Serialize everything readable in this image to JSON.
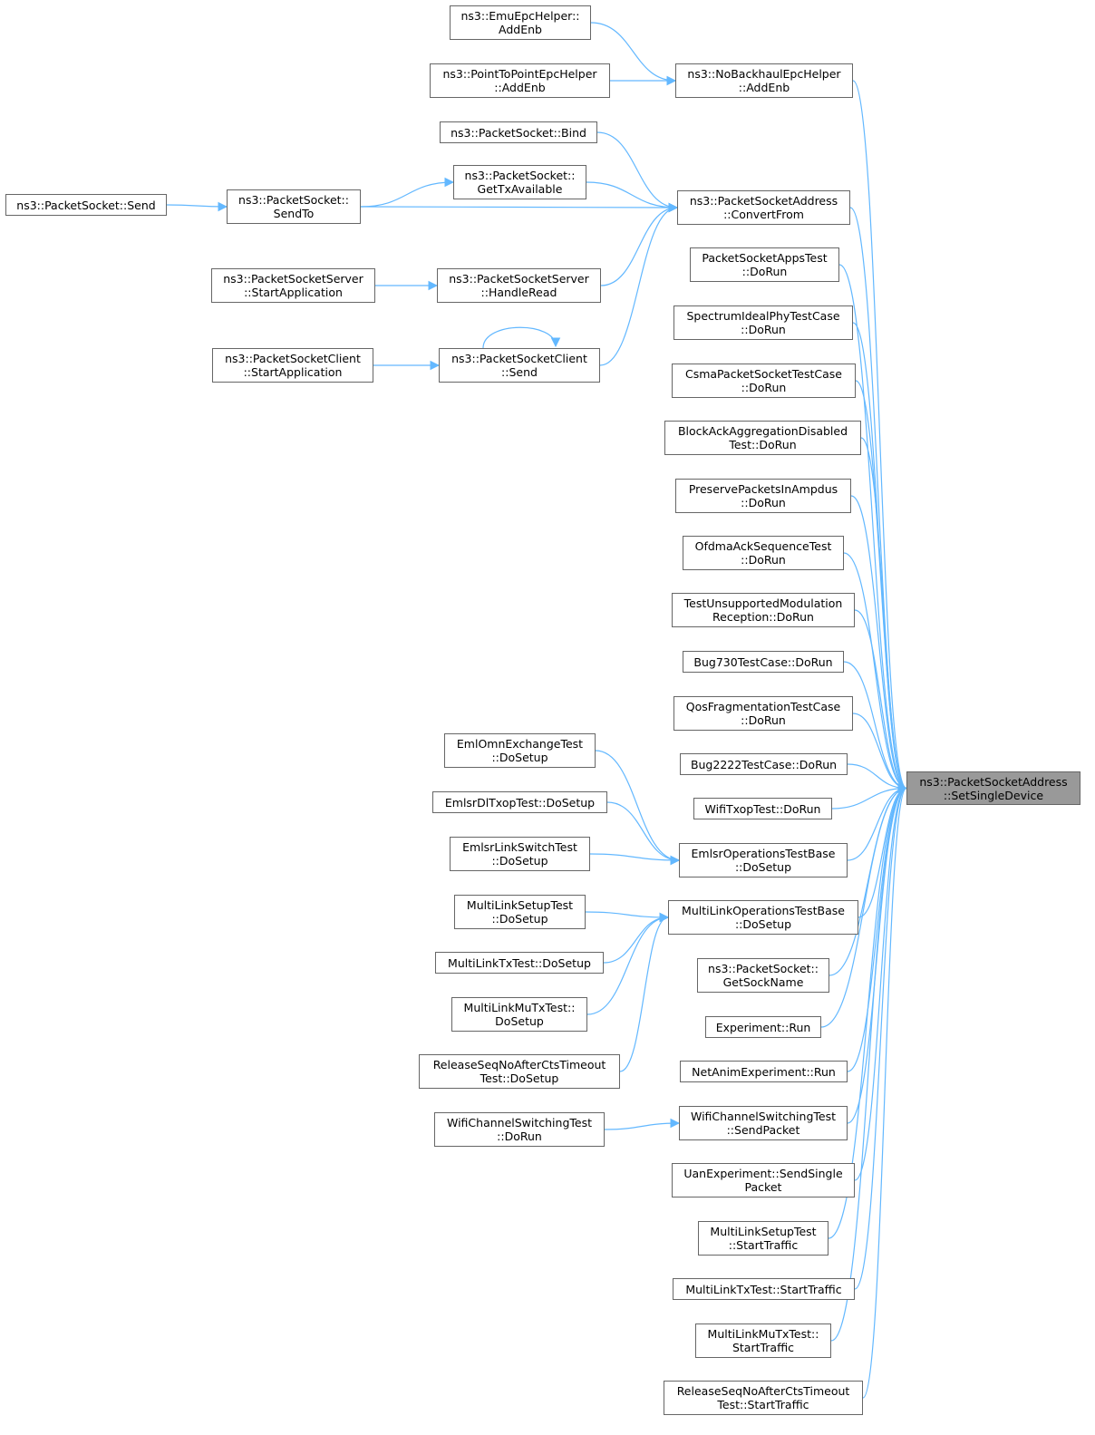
{
  "colors": {
    "edge": "#63b8ff",
    "node_border": "#666666",
    "root_fill": "#999999"
  },
  "root": "SetSingleDevice",
  "nodes": [
    {
      "id": "SetSingleDevice",
      "lines": [
        "ns3::PacketSocketAddress",
        "::SetSingleDevice"
      ]
    },
    {
      "id": "EmuAddEnb",
      "lines": [
        "ns3::EmuEpcHelper::",
        "AddEnb"
      ]
    },
    {
      "id": "P2PAddEnb",
      "lines": [
        "ns3::PointToPointEpcHelper",
        "::AddEnb"
      ]
    },
    {
      "id": "NoBackhaulAddEnb",
      "lines": [
        "ns3::NoBackhaulEpcHelper",
        "::AddEnb"
      ]
    },
    {
      "id": "PSBind",
      "lines": [
        "ns3::PacketSocket::Bind"
      ]
    },
    {
      "id": "PSSend",
      "lines": [
        "ns3::PacketSocket::Send"
      ]
    },
    {
      "id": "PSSendTo",
      "lines": [
        "ns3::PacketSocket::",
        "SendTo"
      ]
    },
    {
      "id": "PSGetTx",
      "lines": [
        "ns3::PacketSocket::",
        "GetTxAvailable"
      ]
    },
    {
      "id": "ConvertFrom",
      "lines": [
        "ns3::PacketSocketAddress",
        "::ConvertFrom"
      ]
    },
    {
      "id": "ServerStart",
      "lines": [
        "ns3::PacketSocketServer",
        "::StartApplication"
      ]
    },
    {
      "id": "ServerHandle",
      "lines": [
        "ns3::PacketSocketServer",
        "::HandleRead"
      ]
    },
    {
      "id": "ClientStart",
      "lines": [
        "ns3::PacketSocketClient",
        "::StartApplication"
      ]
    },
    {
      "id": "ClientSend",
      "lines": [
        "ns3::PacketSocketClient",
        "::Send"
      ]
    },
    {
      "id": "PSAppsTest",
      "lines": [
        "PacketSocketAppsTest",
        "::DoRun"
      ]
    },
    {
      "id": "SpectrumTest",
      "lines": [
        "SpectrumIdealPhyTestCase",
        "::DoRun"
      ]
    },
    {
      "id": "CsmaTest",
      "lines": [
        "CsmaPacketSocketTestCase",
        "::DoRun"
      ]
    },
    {
      "id": "BlockAckTest",
      "lines": [
        "BlockAckAggregationDisabled",
        "Test::DoRun"
      ]
    },
    {
      "id": "PreserveTest",
      "lines": [
        "PreservePacketsInAmpdus",
        "::DoRun"
      ]
    },
    {
      "id": "OfdmaTest",
      "lines": [
        "OfdmaAckSequenceTest",
        "::DoRun"
      ]
    },
    {
      "id": "UnsupportedTest",
      "lines": [
        "TestUnsupportedModulation",
        "Reception::DoRun"
      ]
    },
    {
      "id": "Bug730",
      "lines": [
        "Bug730TestCase::DoRun"
      ]
    },
    {
      "id": "QosFrag",
      "lines": [
        "QosFragmentationTestCase",
        "::DoRun"
      ]
    },
    {
      "id": "Bug2222",
      "lines": [
        "Bug2222TestCase::DoRun"
      ]
    },
    {
      "id": "WifiTxop",
      "lines": [
        "WifiTxopTest::DoRun"
      ]
    },
    {
      "id": "EmlOmn",
      "lines": [
        "EmlOmnExchangeTest",
        "::DoSetup"
      ]
    },
    {
      "id": "EmlsrDl",
      "lines": [
        "EmlsrDlTxopTest::DoSetup"
      ]
    },
    {
      "id": "EmlsrLink",
      "lines": [
        "EmlsrLinkSwitchTest",
        "::DoSetup"
      ]
    },
    {
      "id": "EmlsrOps",
      "lines": [
        "EmlsrOperationsTestBase",
        "::DoSetup"
      ]
    },
    {
      "id": "MLSetup",
      "lines": [
        "MultiLinkSetupTest",
        "::DoSetup"
      ]
    },
    {
      "id": "MLTx",
      "lines": [
        "MultiLinkTxTest::DoSetup"
      ]
    },
    {
      "id": "MLMuTx",
      "lines": [
        "MultiLinkMuTxTest::",
        "DoSetup"
      ]
    },
    {
      "id": "ReleaseSeqSetup",
      "lines": [
        "ReleaseSeqNoAfterCtsTimeout",
        "Test::DoSetup"
      ]
    },
    {
      "id": "MLOps",
      "lines": [
        "MultiLinkOperationsTestBase",
        "::DoSetup"
      ]
    },
    {
      "id": "GetSockName",
      "lines": [
        "ns3::PacketSocket::",
        "GetSockName"
      ]
    },
    {
      "id": "ExpRun",
      "lines": [
        "Experiment::Run"
      ]
    },
    {
      "id": "NetAnimRun",
      "lines": [
        "NetAnimExperiment::Run"
      ]
    },
    {
      "id": "WifiChanDoRun",
      "lines": [
        "WifiChannelSwitchingTest",
        "::DoRun"
      ]
    },
    {
      "id": "WifiChanSend",
      "lines": [
        "WifiChannelSwitchingTest",
        "::SendPacket"
      ]
    },
    {
      "id": "UanSend",
      "lines": [
        "UanExperiment::SendSingle",
        "Packet"
      ]
    },
    {
      "id": "MLSetupTraffic",
      "lines": [
        "MultiLinkSetupTest",
        "::StartTraffic"
      ]
    },
    {
      "id": "MLTxTraffic",
      "lines": [
        "MultiLinkTxTest::StartTraffic"
      ]
    },
    {
      "id": "MLMuTraffic",
      "lines": [
        "MultiLinkMuTxTest::",
        "StartTraffic"
      ]
    },
    {
      "id": "ReleaseSeqTraffic",
      "lines": [
        "ReleaseSeqNoAfterCtsTimeout",
        "Test::StartTraffic"
      ]
    }
  ],
  "edges": [
    [
      "EmuAddEnb",
      "NoBackhaulAddEnb"
    ],
    [
      "P2PAddEnb",
      "NoBackhaulAddEnb"
    ],
    [
      "NoBackhaulAddEnb",
      "SetSingleDevice"
    ],
    [
      "PSBind",
      "ConvertFrom"
    ],
    [
      "PSSend",
      "PSSendTo"
    ],
    [
      "PSSendTo",
      "PSGetTx"
    ],
    [
      "PSSendTo",
      "ConvertFrom"
    ],
    [
      "PSGetTx",
      "ConvertFrom"
    ],
    [
      "ServerStart",
      "ServerHandle"
    ],
    [
      "ServerHandle",
      "ConvertFrom"
    ],
    [
      "ClientStart",
      "ClientSend"
    ],
    [
      "ClientSend",
      "ClientSend"
    ],
    [
      "ClientSend",
      "ConvertFrom"
    ],
    [
      "ConvertFrom",
      "SetSingleDevice"
    ],
    [
      "PSAppsTest",
      "SetSingleDevice"
    ],
    [
      "SpectrumTest",
      "SetSingleDevice"
    ],
    [
      "CsmaTest",
      "SetSingleDevice"
    ],
    [
      "BlockAckTest",
      "SetSingleDevice"
    ],
    [
      "PreserveTest",
      "SetSingleDevice"
    ],
    [
      "OfdmaTest",
      "SetSingleDevice"
    ],
    [
      "UnsupportedTest",
      "SetSingleDevice"
    ],
    [
      "Bug730",
      "SetSingleDevice"
    ],
    [
      "QosFrag",
      "SetSingleDevice"
    ],
    [
      "Bug2222",
      "SetSingleDevice"
    ],
    [
      "WifiTxop",
      "SetSingleDevice"
    ],
    [
      "EmlOmn",
      "EmlsrOps"
    ],
    [
      "EmlsrDl",
      "EmlsrOps"
    ],
    [
      "EmlsrLink",
      "EmlsrOps"
    ],
    [
      "EmlsrOps",
      "SetSingleDevice"
    ],
    [
      "MLSetup",
      "MLOps"
    ],
    [
      "MLTx",
      "MLOps"
    ],
    [
      "MLMuTx",
      "MLOps"
    ],
    [
      "ReleaseSeqSetup",
      "MLOps"
    ],
    [
      "MLOps",
      "SetSingleDevice"
    ],
    [
      "GetSockName",
      "SetSingleDevice"
    ],
    [
      "ExpRun",
      "SetSingleDevice"
    ],
    [
      "NetAnimRun",
      "SetSingleDevice"
    ],
    [
      "WifiChanDoRun",
      "WifiChanSend"
    ],
    [
      "WifiChanSend",
      "SetSingleDevice"
    ],
    [
      "UanSend",
      "SetSingleDevice"
    ],
    [
      "MLSetupTraffic",
      "SetSingleDevice"
    ],
    [
      "MLTxTraffic",
      "SetSingleDevice"
    ],
    [
      "MLMuTraffic",
      "SetSingleDevice"
    ],
    [
      "ReleaseSeqTraffic",
      "SetSingleDevice"
    ]
  ]
}
